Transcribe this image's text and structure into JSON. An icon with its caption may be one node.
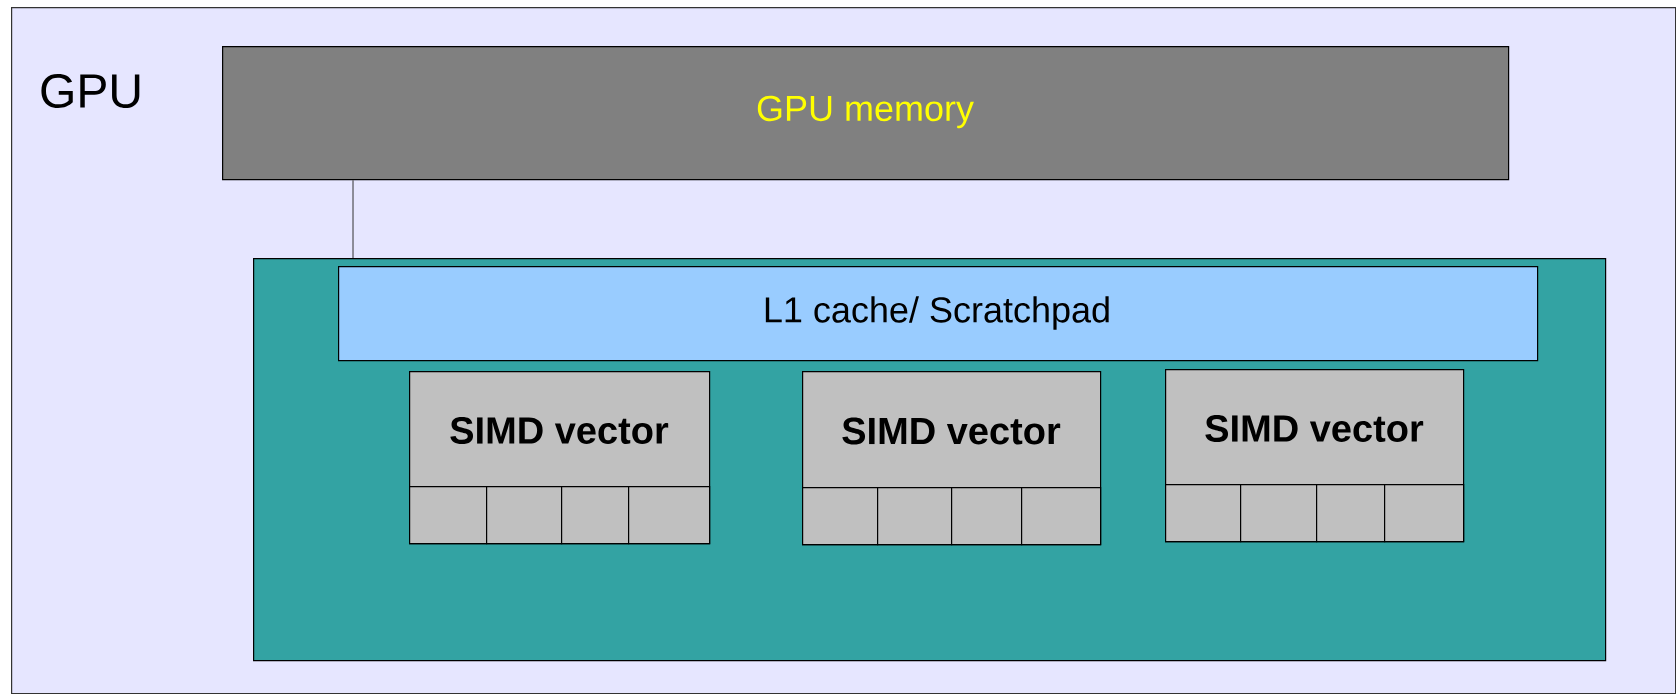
{
  "diagram": {
    "nodes": [
      {
        "text": [
          "GPU"
        ]
      },
      {
        "text": [
          "GPU memory"
        ],
        "in": 0
      },
      {
        "text": [],
        "shape": "box",
        "in": 0
      },
      {
        "text": [
          "L1 cache/ Scratchpad"
        ],
        "in": 2
      },
      {
        "text": [
          "SIMD vector"
        ],
        "in": 2
      },
      {
        "text": [],
        "shape": "box",
        "in": 4
      },
      {
        "text": [],
        "shape": "box",
        "in": 4
      },
      {
        "text": [],
        "shape": "box",
        "in": 4
      },
      {
        "text": [],
        "shape": "box",
        "in": 4
      },
      {
        "text": [
          "SIMD vector"
        ],
        "in": 2
      },
      {
        "text": [],
        "shape": "box",
        "in": 9
      },
      {
        "text": [],
        "shape": "box",
        "in": 9
      },
      {
        "text": [],
        "shape": "box",
        "in": 9
      },
      {
        "text": [],
        "shape": "box",
        "in": 9
      },
      {
        "text": [
          "SIMD vector"
        ],
        "in": 2
      },
      {
        "text": [],
        "shape": "box",
        "in": 14
      },
      {
        "text": [],
        "shape": "box",
        "in": 14
      },
      {
        "text": [],
        "shape": "box",
        "in": 14
      },
      {
        "text": [],
        "shape": "box",
        "in": 14
      }
    ],
    "edges": [
      {
        "from": 1,
        "to": 2,
        "arrow": "none"
      }
    ]
  }
}
